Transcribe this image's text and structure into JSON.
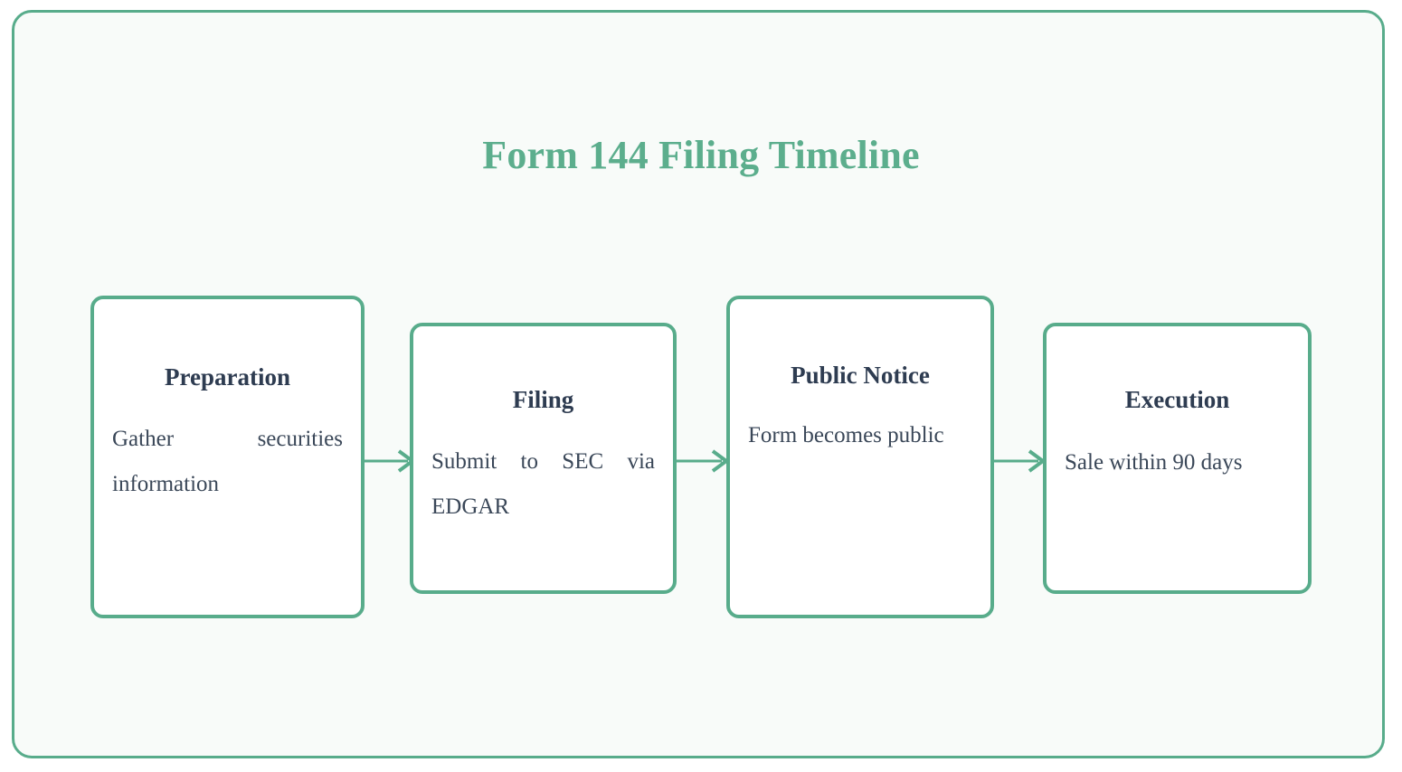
{
  "diagram": {
    "title": "Form 144 Filing Timeline",
    "accent_color": "#58ac8b",
    "title_color": "#5cae8d",
    "text_color": "#2e3c51",
    "body_text_color": "#3a4758",
    "frame_background": "#f8fbf9",
    "card_background": "#ffffff",
    "page_background": "#ffffff",
    "steps": [
      {
        "heading": "Preparation",
        "body": "Gather securities information"
      },
      {
        "heading": "Filing",
        "body": "Submit to SEC via EDGAR"
      },
      {
        "heading": "Public Notice",
        "body": "Form becomes public"
      },
      {
        "heading": "Execution",
        "body": "Sale within 90 days"
      }
    ],
    "connectors": [
      {
        "from": "Preparation",
        "to": "Filing",
        "glyph": "arrow-right-icon"
      },
      {
        "from": "Filing",
        "to": "Public Notice",
        "glyph": "arrow-right-icon"
      },
      {
        "from": "Public Notice",
        "to": "Execution",
        "glyph": "arrow-right-icon"
      }
    ]
  }
}
